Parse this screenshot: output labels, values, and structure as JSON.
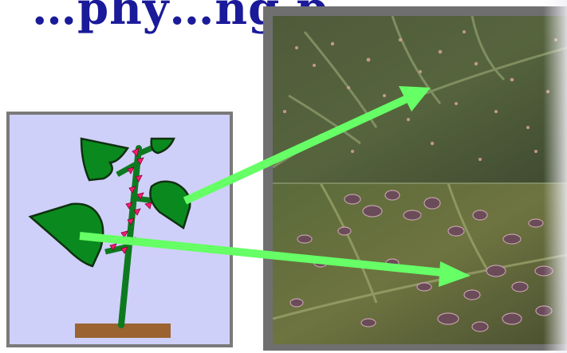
{
  "slide": {
    "title_visible": "…phy…ng p…"
  },
  "colors": {
    "title": "#1a1a9a",
    "panel_bg": "#cfd0f9",
    "panel_border": "#7a7a7a",
    "leaf_fill": "#0a8a1e",
    "stem": "#0e7a20",
    "lesion_marker": "#ff1a6e",
    "soil": "#9a6330",
    "arrow": "#66ff66"
  },
  "panels": {
    "plant": {
      "icon": "plant-diagram-icon"
    },
    "photos": [
      {
        "icon": "leaf-rust-photo-icon",
        "severity": "light"
      },
      {
        "icon": "leaf-rust-photo-icon",
        "severity": "heavy"
      }
    ]
  }
}
